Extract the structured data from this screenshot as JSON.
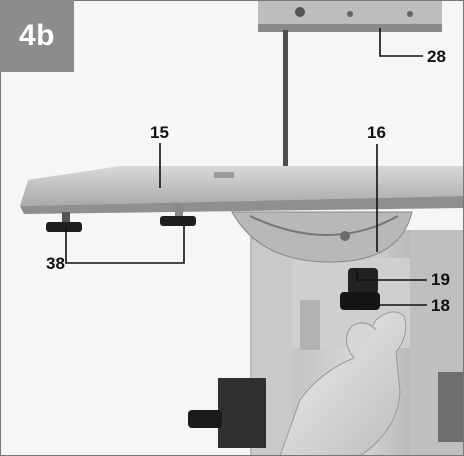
{
  "figure": {
    "id": "4b"
  },
  "callouts": [
    {
      "key": "n28",
      "text": "28"
    },
    {
      "key": "n15",
      "text": "15"
    },
    {
      "key": "n16",
      "text": "16"
    },
    {
      "key": "n19",
      "text": "19"
    },
    {
      "key": "n18",
      "text": "18"
    },
    {
      "key": "n38",
      "text": "38"
    }
  ]
}
